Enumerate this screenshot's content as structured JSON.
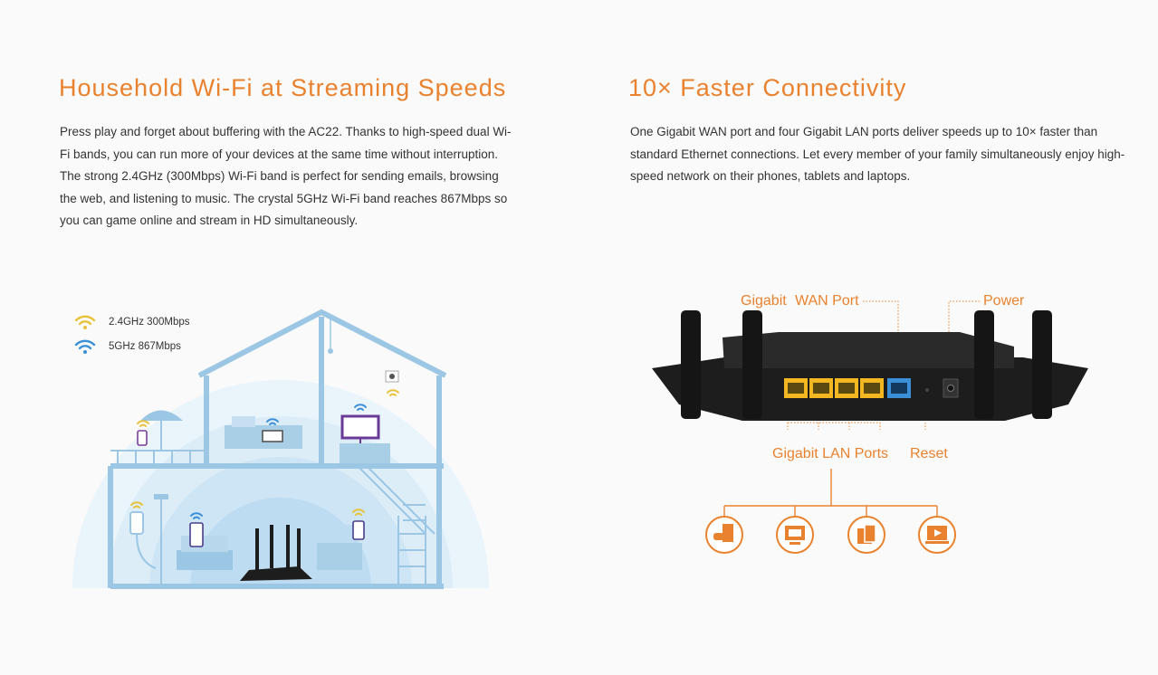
{
  "left": {
    "heading": "Household Wi-Fi at Streaming Speeds",
    "paragraph": "Press play and forget about buffering with the AC22. Thanks to high-speed dual Wi-Fi bands, you can run more of your devices at the same time without interruption. The strong 2.4GHz (300Mbps) Wi-Fi band is perfect for sending emails, browsing the web, and listening to music. The crystal 5GHz Wi-Fi band reaches 867Mbps so you can game online and stream in HD simultaneously.",
    "legend": [
      {
        "label": "2.4GHz 300Mbps",
        "color": "#e8c23a"
      },
      {
        "label": "5GHz 867Mbps",
        "color": "#3a8fd6"
      }
    ]
  },
  "right": {
    "heading": "10× Faster Connectivity",
    "paragraph": "One Gigabit WAN port and four Gigabit LAN ports deliver speeds up to 10× faster than standard Ethernet connections. Let every member of your family simultaneously enjoy high-speed network on their phones, tablets and laptops.",
    "labels": {
      "wan_prefix": "Gigabit",
      "wan": "WAN Port",
      "power": "Power",
      "lan": "Gigabit LAN Ports",
      "reset": "Reset"
    },
    "device_icons": [
      "game-console-icon",
      "browser-monitor-icon",
      "tablet-icon",
      "video-laptop-icon"
    ]
  },
  "colors": {
    "accent": "#e9822e",
    "text": "#333333",
    "house": "#a9cfe7",
    "house_stroke": "#7fb4d9",
    "router": "#1d1d1d",
    "lan_port": "#f2b721",
    "wan_port": "#3a8fd6"
  }
}
